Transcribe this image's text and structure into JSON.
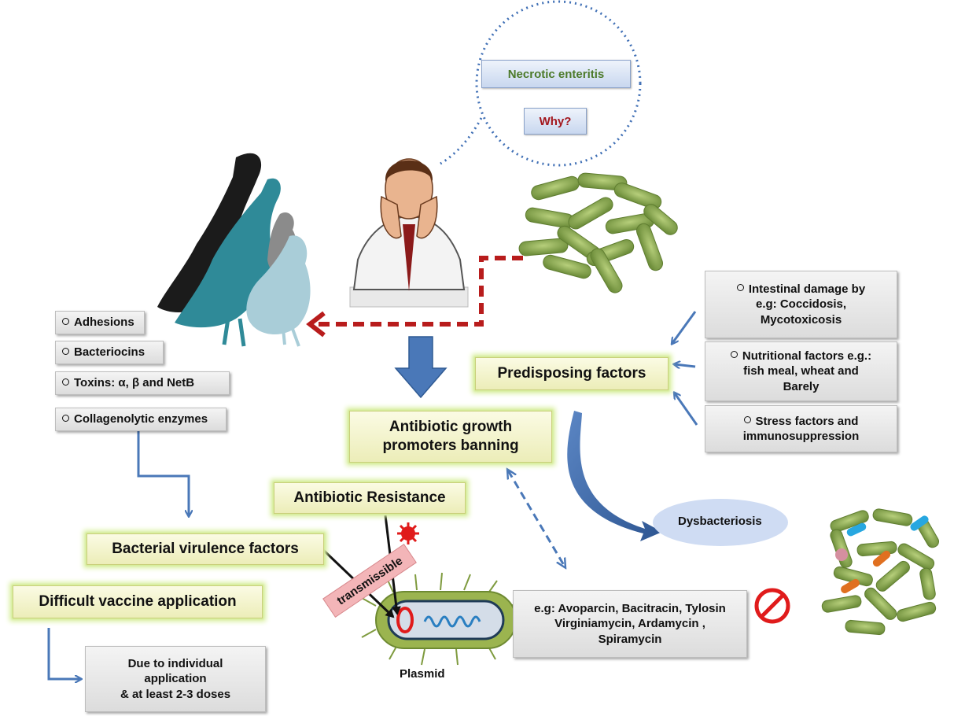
{
  "colors": {
    "arrow_blue": "#4a78b8",
    "dash_red": "#b81c1c",
    "bacteria_green": "#8fae55",
    "glow_green": "#d8ef9e",
    "necrotic_text": "#4c7a2a",
    "why_text": "#a3161c",
    "transmissible_bg": "#f3b5b8",
    "prohibit_red": "#e01b1b",
    "dysbacteriosis_bg": "#cfdcf3"
  },
  "icons": [
    "poultry-silhouettes-icon",
    "worried-man-icon",
    "bacteria-cluster-icon",
    "plasmid-bacterium-icon",
    "prohibition-icon",
    "dysbacteriosis-bacteria-icon",
    "red-virus-icon"
  ],
  "thought_bubble": {
    "title": "Necrotic enteritis",
    "question": "Why?"
  },
  "virulence_items": [
    "Adhesions",
    "Bacteriocins",
    "Toxins: α, β and NetB",
    "Collagenolytic enzymes"
  ],
  "predisposing": {
    "label": "Predisposing factors",
    "items": [
      [
        "Intestinal damage by",
        "e.g: Coccidosis,",
        "Mycotoxicosis"
      ],
      [
        "Nutritional factors e.g.:",
        "fish meal, wheat and",
        "Barely"
      ],
      [
        "Stress factors and",
        "immunosuppression"
      ]
    ]
  },
  "agp_banning": [
    "Antibiotic growth",
    "promoters banning"
  ],
  "antibiotic_resistance": "Antibiotic Resistance",
  "bacterial_virulence_factors": "Bacterial virulence factors",
  "difficult_vaccine": "Difficult vaccine application",
  "vaccine_reason": [
    "Due to individual",
    "application",
    "& at least 2-3 doses"
  ],
  "transmissible": "transmissible",
  "plasmid": "Plasmid",
  "dysbacteriosis": "Dysbacteriosis",
  "examples": [
    "e.g: Avoparcin, Bacitracin, Tylosin",
    "Virginiamycin, Ardamycin ,",
    "Spiramycin"
  ]
}
